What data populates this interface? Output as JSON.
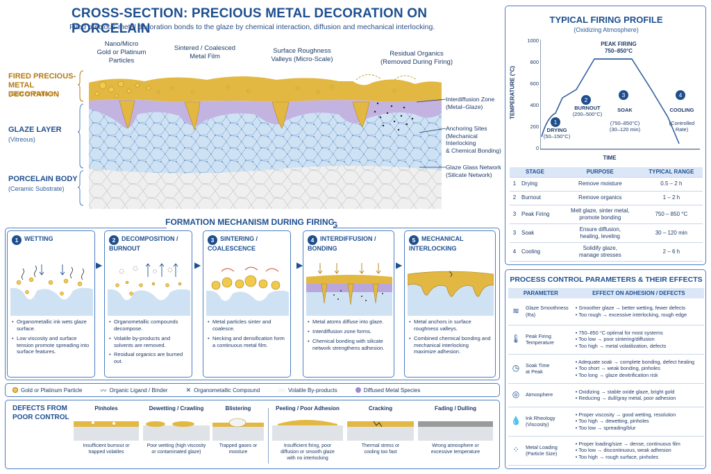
{
  "header": {
    "title": "CROSS-SECTION: PRECIOUS METAL DECORATION ON PORCELAIN",
    "subtitle": "Fired precious-metal decoration bonds to the glaze by chemical interaction, diffusion and mechanical interlocking."
  },
  "cross_section": {
    "top_labels": {
      "particles": "Nano/Micro\nGold or Platinum\nParticles",
      "film": "Sintered / Coalesced\nMetal Film",
      "valleys": "Surface Roughness\nValleys (Micro-Scale)",
      "organics": "Residual Organics\n(Removed During Firing)"
    },
    "layers": [
      {
        "title": "FIRED PRECIOUS-\nMETAL DECORATION",
        "sub": "(Gold or Platinum)"
      },
      {
        "title": "GLAZE LAYER",
        "sub": "(Vitreous)"
      },
      {
        "title": "PORCELAIN BODY",
        "sub": "(Ceramic Substrate)"
      }
    ],
    "right_labels": {
      "interdiffusion": "Interdiffusion Zone\n(Metal–Glaze)",
      "anchoring": "Anchoring Sites\n(Mechanical Interlocking\n& Chemical Bonding)",
      "network": "Glaze Glass Network\n(Silicate Network)"
    },
    "colors": {
      "gold": "#e2b843",
      "glaze": "#cfe2f4",
      "diffusion": "#b8a6dc",
      "body": "#eeeeee"
    }
  },
  "firing_profile": {
    "title": "TYPICAL FIRING PROFILE",
    "subtitle": "(Oxidizing Atmosphere)",
    "ylabel": "TEMPERATURE (°C)",
    "xlabel": "TIME",
    "yticks": [
      "1000",
      "800",
      "600",
      "400",
      "200",
      "0"
    ],
    "peak_label": "PEAK FIRING\n750–850°C",
    "phases": [
      {
        "num": "1",
        "name": "DRYING",
        "range": "(50–150°C)"
      },
      {
        "num": "2",
        "name": "BURNOUT",
        "range": "(200–500°C)"
      },
      {
        "num": "3",
        "name": "SOAK",
        "range": "(750–850°C)\n(30–120 min)"
      },
      {
        "num": "4",
        "name": "COOLING",
        "range": "(Controlled\nRate)"
      }
    ],
    "table": {
      "headers": [
        "STAGE",
        "PURPOSE",
        "TYPICAL RANGE"
      ],
      "rows": [
        [
          "1",
          "Drying",
          "Remove moisture",
          "0.5 – 2 h"
        ],
        [
          "2",
          "Burnout",
          "Remove organics",
          "1 – 2 h"
        ],
        [
          "3",
          "Peak Firing",
          "Melt glaze, sinter metal,\npromote bonding",
          "750 – 850 °C"
        ],
        [
          "3",
          "Soak",
          "Ensure diffusion,\nhealing, leveling",
          "30 – 120 min"
        ],
        [
          "4",
          "Cooling",
          "Solidify glaze,\nmanage stresses",
          "2 – 6 h"
        ]
      ]
    }
  },
  "mechanism": {
    "title": "FORMATION MECHANISM DURING FIRING",
    "steps": [
      {
        "num": "1",
        "title": "WETTING",
        "bullets": [
          "Organometallic ink wets glaze surface.",
          "Low viscosity and surface tension promote spreading into surface features."
        ]
      },
      {
        "num": "2",
        "title": "DECOMPOSITION /\nBURNOUT",
        "bullets": [
          "Organometallic compounds decompose.",
          "Volatile by-products and solvents are removed.",
          "Residual organics are burned out."
        ]
      },
      {
        "num": "3",
        "title": "SINTERING /\nCOALESCENCE",
        "bullets": [
          "Metal particles sinter and coalesce.",
          "Necking and densification form a continuous metal film."
        ]
      },
      {
        "num": "4",
        "title": "INTERDIFFUSION /\nBONDING",
        "bullets": [
          "Metal atoms diffuse into glaze.",
          "Interdiffusion zone forms.",
          "Chemical bonding with silicate network strengthens adhesion."
        ]
      },
      {
        "num": "5",
        "title": "MECHANICAL\nINTERLOCKING",
        "bullets": [
          "Metal anchors in surface roughness valleys.",
          "Combined chemical bonding and mechanical interlocking maximize adhesion."
        ]
      }
    ]
  },
  "legend": [
    "Gold or Platinum Particle",
    "Organic Ligand / Binder",
    "Organometallic Compound",
    "Volatile By-products",
    "Diffused Metal Species"
  ],
  "defects": {
    "title": "DEFECTS FROM\nPOOR CONTROL",
    "items": [
      {
        "name": "Pinholes",
        "desc": "Insufficient burnout or\ntrapped volatiles"
      },
      {
        "name": "Dewetting / Crawling",
        "desc": "Poor wetting (high viscosity\nor contaminated glaze)"
      },
      {
        "name": "Blistering",
        "desc": "Trapped gases or\nmoisture"
      },
      {
        "name": "Peeling / Poor Adhesion",
        "desc": "Insufficient firing, poor\ndiffusion or smooth glaze\nwith no interlocking"
      },
      {
        "name": "Cracking",
        "desc": "Thermal stress or\ncooling too fast"
      },
      {
        "name": "Fading / Dulling",
        "desc": "Wrong atmosphere or\nexcessive temperature"
      }
    ]
  },
  "process_control": {
    "title": "PROCESS CONTROL PARAMETERS & THEIR EFFECTS",
    "headers": [
      "PARAMETER",
      "EFFECT ON ADHESION / DEFECTS"
    ],
    "rows": [
      {
        "icon": "wave-icon",
        "name": "Glaze Smoothness\n(Ra)",
        "effects": [
          "• Smoother glaze → better wetting, fewer defects",
          "• Too rough → excessive interlocking, rough edge"
        ]
      },
      {
        "icon": "thermometer-icon",
        "name": "Peak Firing\nTemperature",
        "effects": [
          "• 750–850 °C optimal for most systems",
          "• Too low → poor sintering/diffusion",
          "• Too high → metal volatilization, defects"
        ]
      },
      {
        "icon": "clock-icon",
        "name": "Soak Time\nat Peak",
        "effects": [
          "• Adequate soak → complete bonding, defect healing",
          "• Too short → weak bonding, pinholes",
          "• Too long → glaze devitrification risk"
        ]
      },
      {
        "icon": "swirl-icon",
        "name": "Atmosphere",
        "effects": [
          "• Oxidizing → stable oxide glaze, bright gold",
          "• Reducing → dull/gray metal, poor adhesion"
        ]
      },
      {
        "icon": "droplet-icon",
        "name": "Ink Rheology\n(Viscosity)",
        "effects": [
          "• Proper viscosity → good wetting, resolution",
          "• Too high → dewetting, pinholes",
          "• Too low → spreading/blur"
        ]
      },
      {
        "icon": "dots-icon",
        "name": "Metal Loading\n(Particle Size)",
        "effects": [
          "• Proper loading/size → dense, continuous film",
          "• Too low → discontinuous, weak adhesion",
          "• Too high → rough surface, pinholes"
        ]
      }
    ]
  }
}
